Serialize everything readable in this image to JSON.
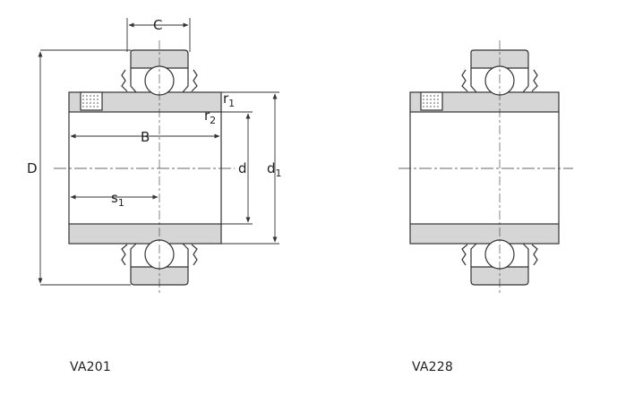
{
  "diagrams": [
    {
      "caption": "VA201",
      "dimension_labels": {
        "C": "C",
        "B": "B",
        "D": "D",
        "d": "d",
        "d1": {
          "base": "d",
          "sub": "1"
        },
        "s1": {
          "base": "s",
          "sub": "1"
        },
        "r1": {
          "base": "r",
          "sub": "1"
        },
        "r2": {
          "base": "r",
          "sub": "2"
        }
      }
    },
    {
      "caption": "VA228"
    }
  ],
  "colors": {
    "fill": "#d6d6d6",
    "line": "#333333",
    "background": "#ffffff"
  }
}
